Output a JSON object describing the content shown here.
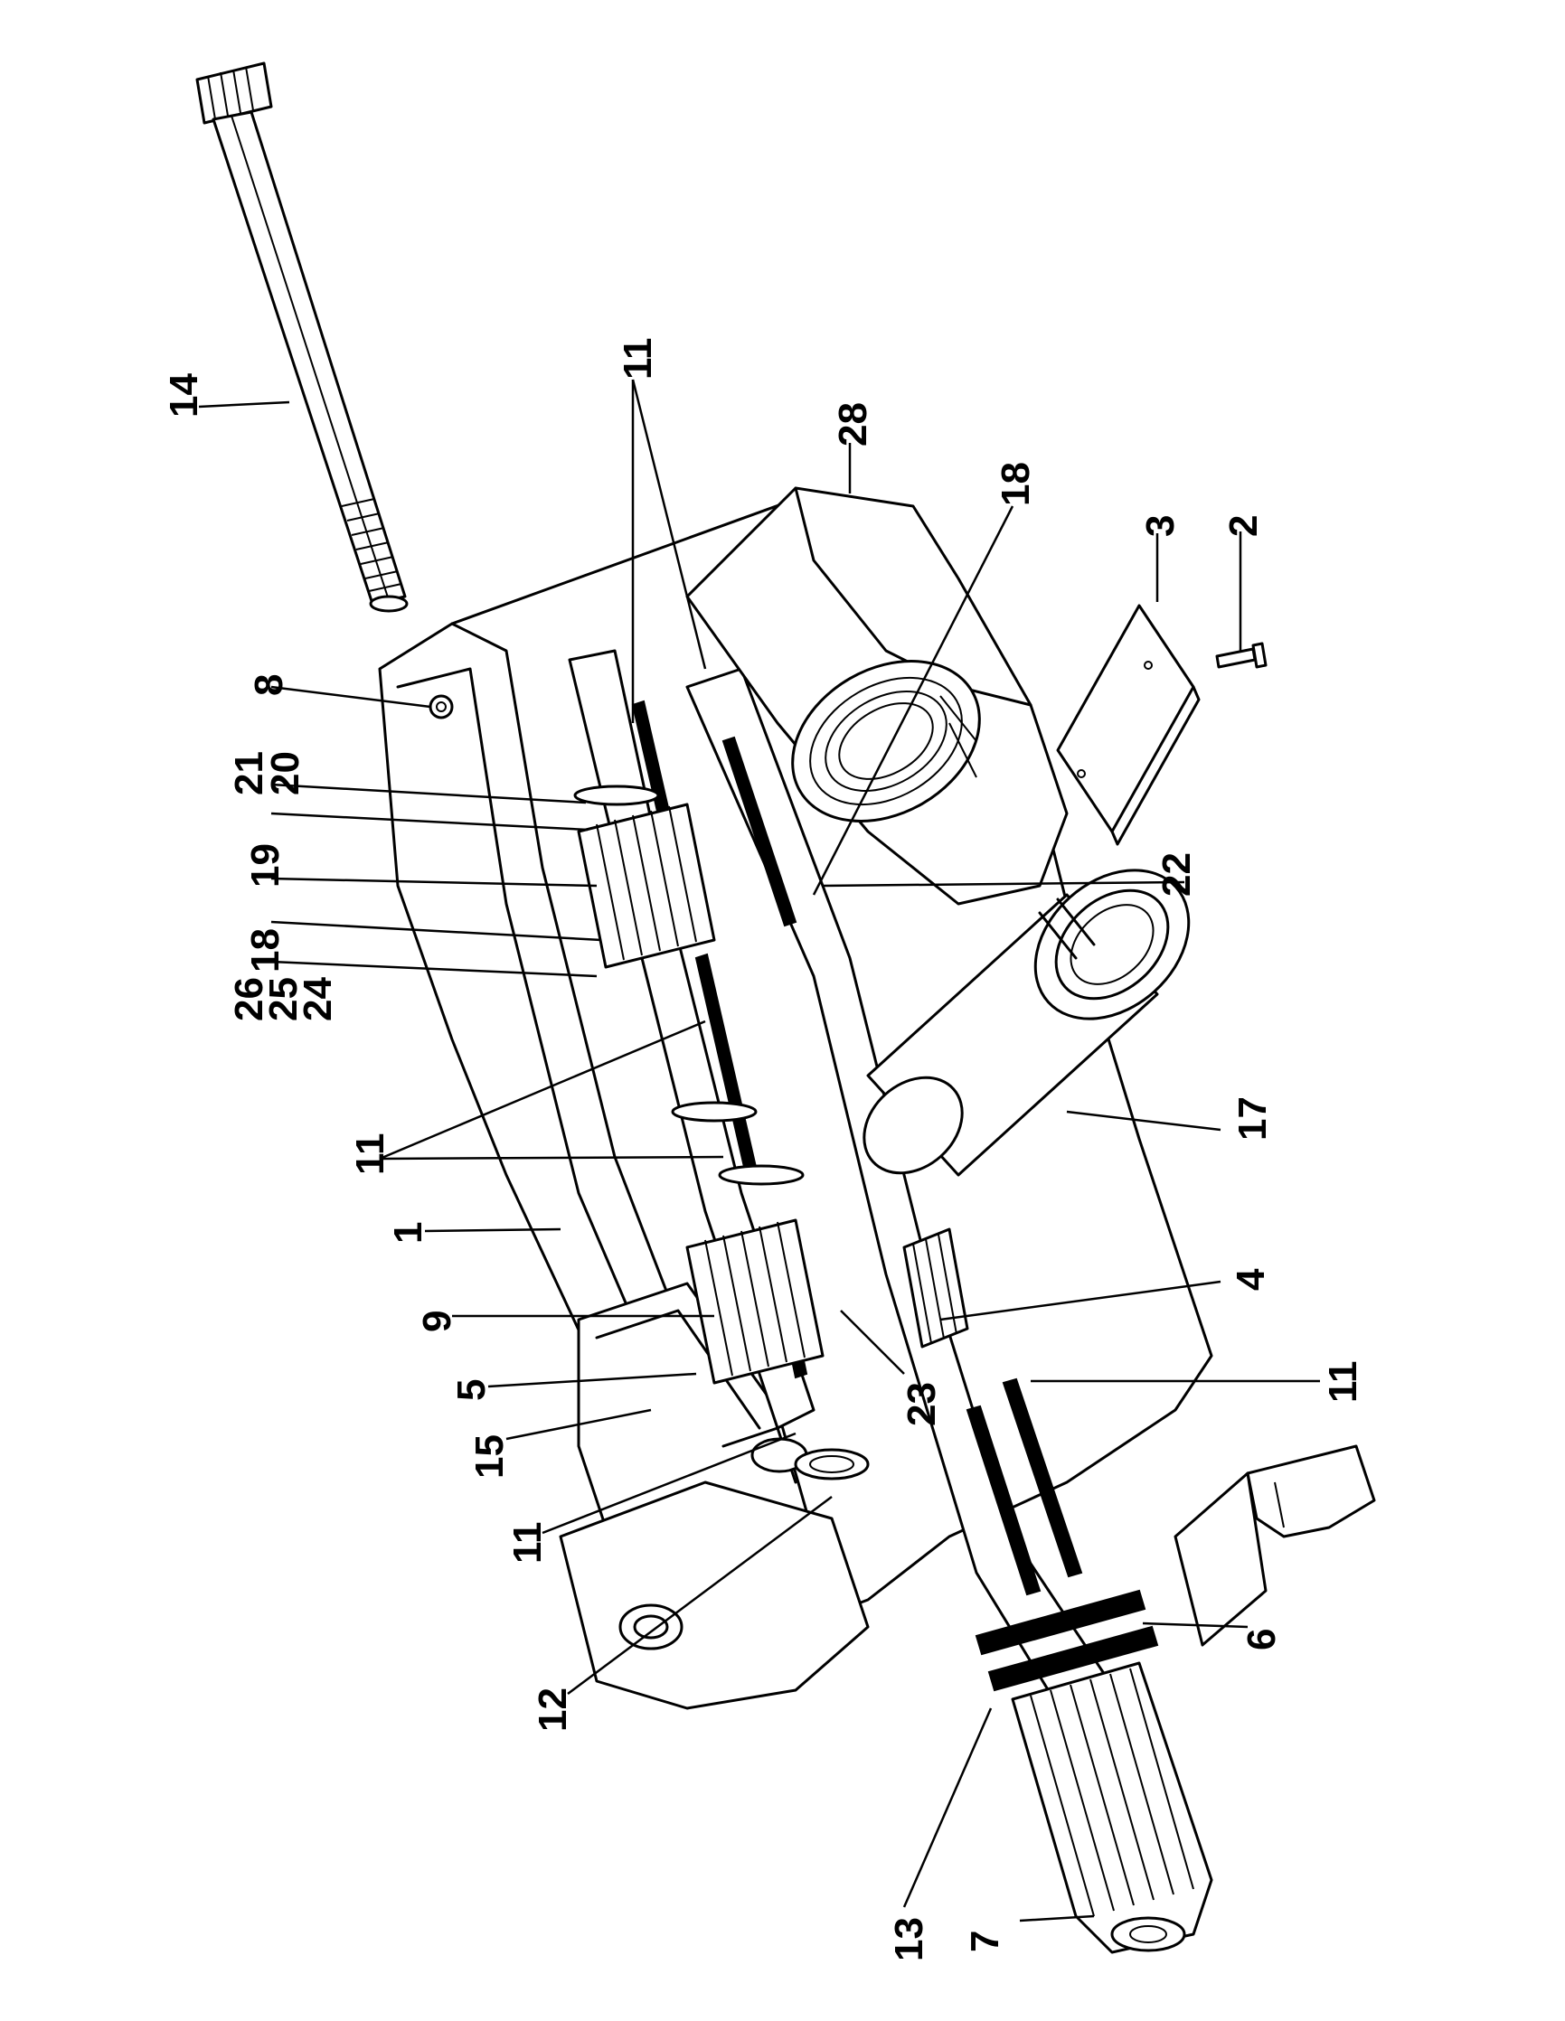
{
  "callouts": [
    {
      "id": "c14",
      "text": "14"
    },
    {
      "id": "c8",
      "text": "8"
    },
    {
      "id": "c21",
      "text": "21"
    },
    {
      "id": "c20",
      "text": "20"
    },
    {
      "id": "c19",
      "text": "19"
    },
    {
      "id": "c18a",
      "text": "18"
    },
    {
      "id": "c26",
      "text": "26"
    },
    {
      "id": "c25",
      "text": "25"
    },
    {
      "id": "c24",
      "text": "24"
    },
    {
      "id": "c11a",
      "text": "11"
    },
    {
      "id": "c1",
      "text": "1"
    },
    {
      "id": "c9",
      "text": "9"
    },
    {
      "id": "c5",
      "text": "5"
    },
    {
      "id": "c15",
      "text": "15"
    },
    {
      "id": "c11b",
      "text": "11"
    },
    {
      "id": "c12",
      "text": "12"
    },
    {
      "id": "c13",
      "text": "13"
    },
    {
      "id": "c7",
      "text": "7"
    },
    {
      "id": "c6",
      "text": "6"
    },
    {
      "id": "c11c",
      "text": "11"
    },
    {
      "id": "c4",
      "text": "4"
    },
    {
      "id": "c17",
      "text": "17"
    },
    {
      "id": "c23",
      "text": "23"
    },
    {
      "id": "c22",
      "text": "22"
    },
    {
      "id": "c18b",
      "text": "18"
    },
    {
      "id": "c3",
      "text": "3"
    },
    {
      "id": "c2",
      "text": "2"
    },
    {
      "id": "c28",
      "text": "28"
    },
    {
      "id": "c11d",
      "text": "11"
    }
  ]
}
